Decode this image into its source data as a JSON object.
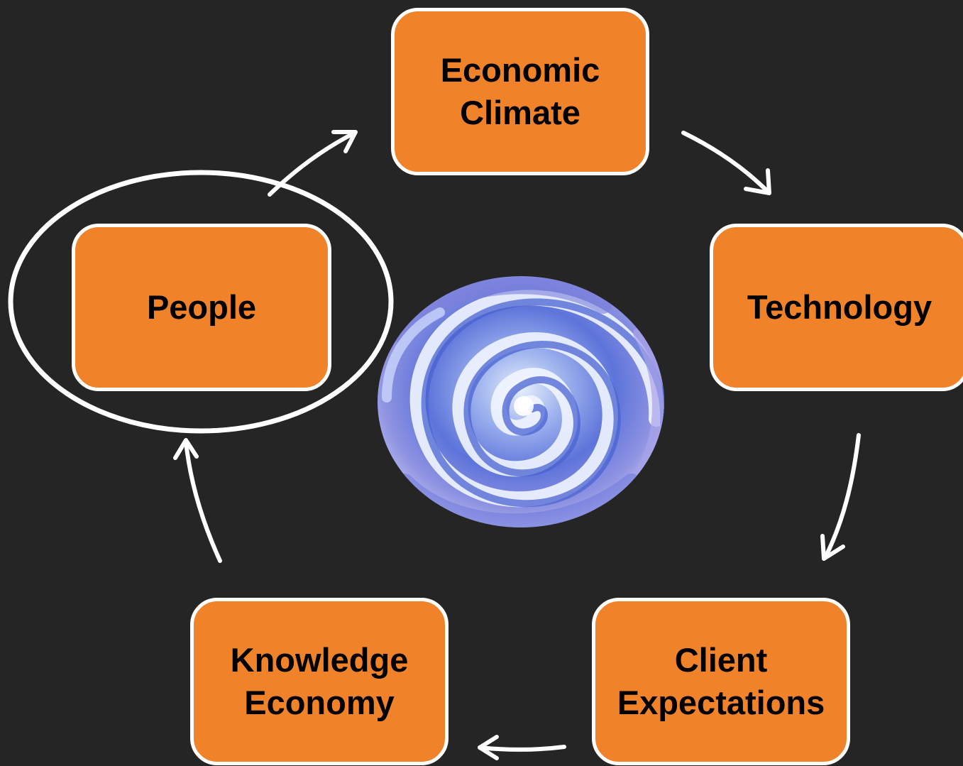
{
  "diagram": {
    "nodes": [
      {
        "id": "economic",
        "label": "Economic\nClimate"
      },
      {
        "id": "technology",
        "label": "Technology"
      },
      {
        "id": "client",
        "label": "Client\nExpectations"
      },
      {
        "id": "knowledge",
        "label": "Knowledge\nEconomy"
      },
      {
        "id": "people",
        "label": "People"
      }
    ],
    "edges": [
      {
        "from": "economic",
        "to": "technology"
      },
      {
        "from": "technology",
        "to": "client"
      },
      {
        "from": "client",
        "to": "knowledge"
      },
      {
        "from": "knowledge",
        "to": "people"
      },
      {
        "from": "people",
        "to": "economic"
      }
    ],
    "highlighted_node": "people",
    "center_graphic": "blue-swirl-sphere"
  },
  "colors": {
    "background": "#252525",
    "node_fill": "#f0822a",
    "node_border": "#ffffff",
    "node_text": "#000000",
    "arrow": "#ffffff",
    "highlight_ring": "#ffffff",
    "swirl_dark": "#3b55c9",
    "swirl_mid": "#7f8fe6",
    "swirl_light": "#dfe9fb"
  }
}
